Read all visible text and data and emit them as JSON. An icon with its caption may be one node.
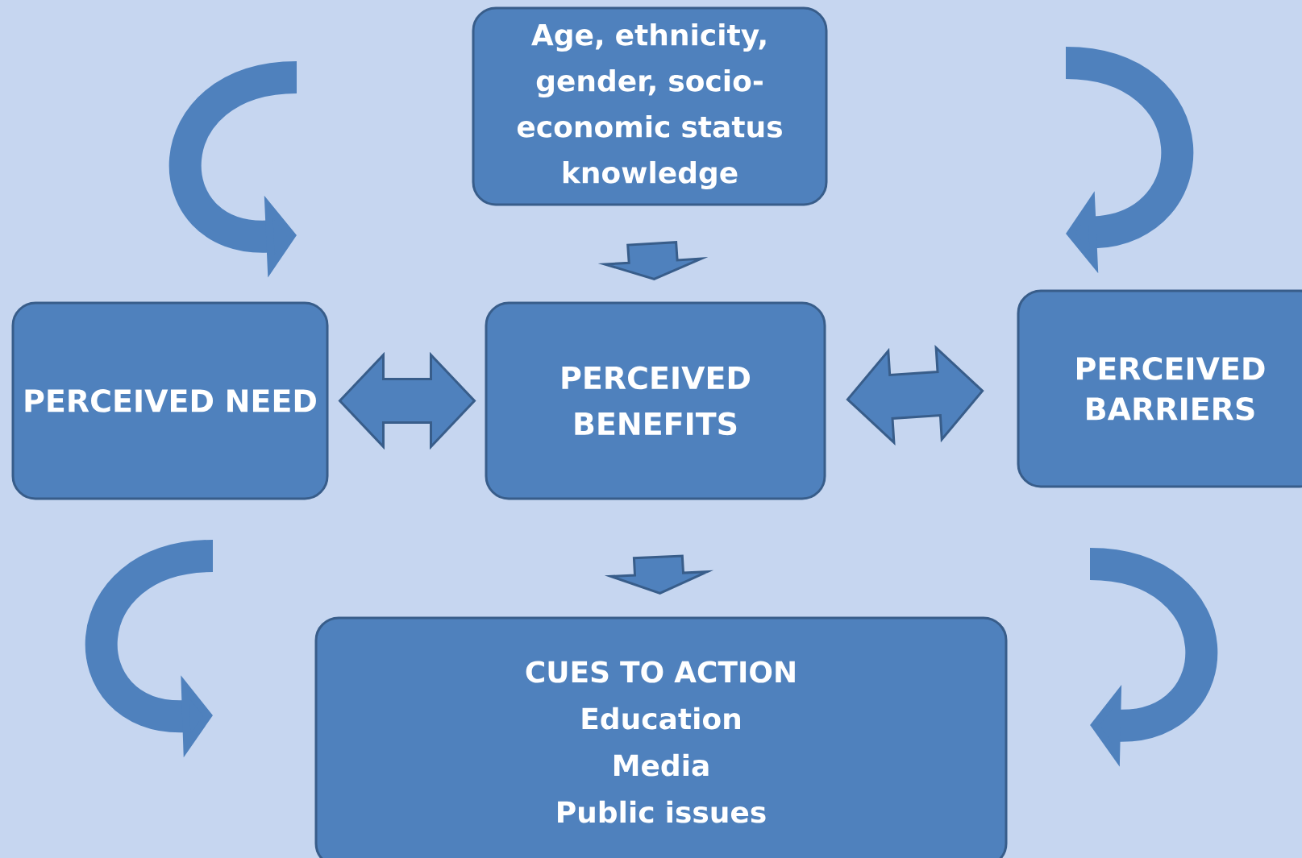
{
  "diagram": {
    "nodes": [
      {
        "text": [
          "Age, ethnicity, gender, socio-economic status knowledge"
        ]
      },
      {
        "text": [
          "PERCEIVED NEED"
        ]
      },
      {
        "text": [
          "PERCEIVED BENEFITS"
        ]
      },
      {
        "text": [
          "PERCEIVED BARRIERS"
        ]
      },
      {
        "text": [
          "CUES TO ACTION",
          "Education",
          "Media",
          "Public issues"
        ]
      }
    ],
    "edges": [
      {
        "from": 0,
        "to": 2,
        "arrow": "to"
      },
      {
        "from": 1,
        "to": 2,
        "arrow": "both"
      },
      {
        "from": 2,
        "to": 3,
        "arrow": "both"
      },
      {
        "from": 2,
        "to": 4,
        "arrow": "to"
      }
    ]
  }
}
